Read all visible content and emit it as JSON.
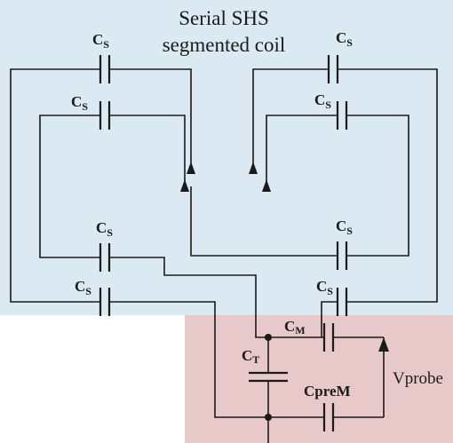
{
  "title_line1": "Serial SHS",
  "title_line2": "segmented coil",
  "labels": {
    "cs_main": "C",
    "cs_sub": "S",
    "cm_main": "C",
    "cm_sub": "M",
    "ct_main": "C",
    "ct_sub": "T",
    "cprem": "CpreM",
    "vprobe": "Vprobe"
  },
  "colors": {
    "coil_region": "#dbe9f2",
    "matching_region": "#e8c9c9"
  }
}
